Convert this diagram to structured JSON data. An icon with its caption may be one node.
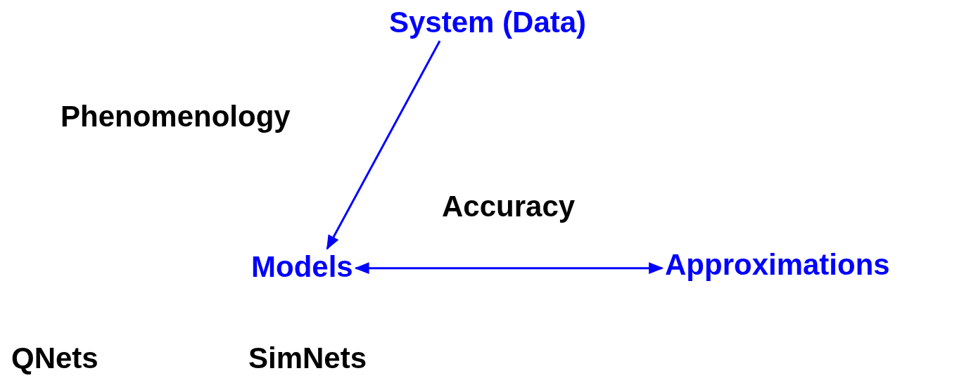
{
  "diagram": {
    "nodes": [
      {
        "text": [
          "System (Data)"
        ]
      },
      {
        "text": [
          "Models"
        ]
      },
      {
        "text": [
          "Approximations"
        ]
      }
    ],
    "edges": [
      {
        "from": 0,
        "to": 1,
        "arrow": "to",
        "label": "Phenomenology"
      },
      {
        "from": 1,
        "to": 2,
        "arrow": "both",
        "label": "Accuracy"
      }
    ],
    "labels": [
      "QNets",
      "SimNets"
    ]
  }
}
